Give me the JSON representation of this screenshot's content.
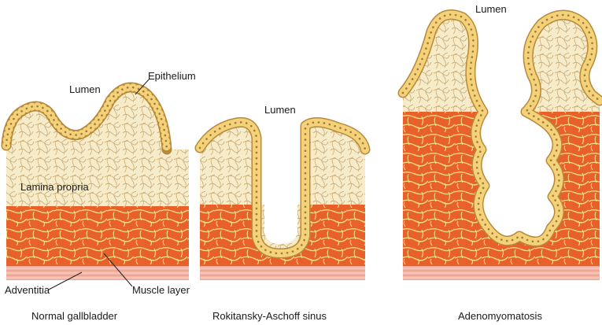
{
  "panels": [
    {
      "caption": "Normal gallbladder",
      "labels": {
        "lumen": "Lumen",
        "epithelium": "Epithelium",
        "lamina_propria": "Lamina propria",
        "adventitia": "Adventitia",
        "muscle_layer": "Muscle layer"
      }
    },
    {
      "caption": "Rokitansky-Aschoff sinus",
      "labels": {
        "lumen": "Lumen"
      }
    },
    {
      "caption": "Adenomyomatosis",
      "labels": {
        "lumen": "Lumen"
      }
    }
  ],
  "colors": {
    "muscle": "#e8612a",
    "muscle_lines": "#ffe08a",
    "lamina": "#f7ecc9",
    "fibers": "#c9a46a",
    "epithelium": "#f3d27a",
    "epithelium_edge": "#b8893a",
    "nucleus": "#a07a3a",
    "adventitia": "#f2b7a8"
  }
}
